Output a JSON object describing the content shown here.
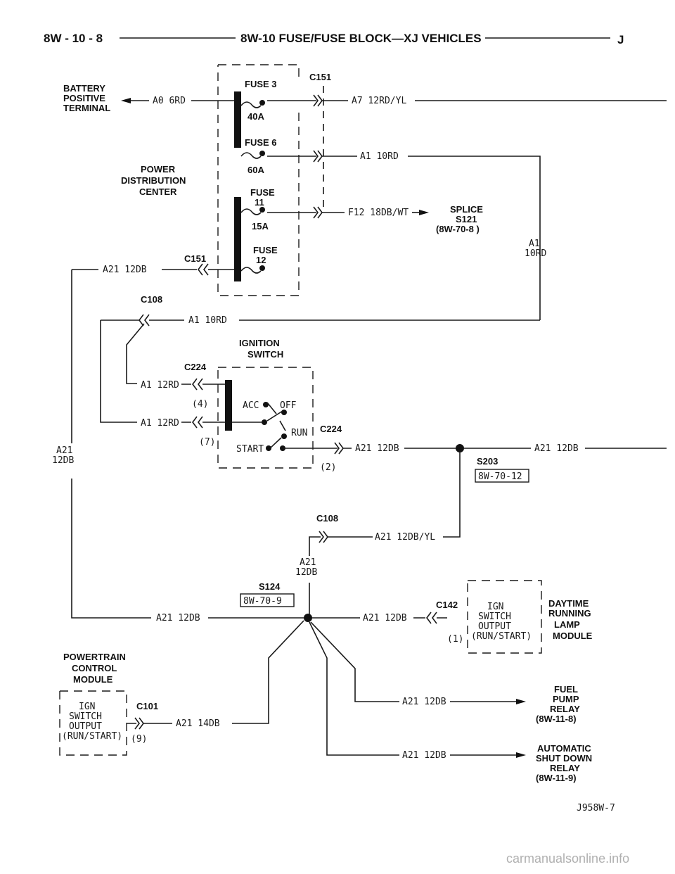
{
  "header": {
    "page_ref": "8W - 10 - 8",
    "title": "8W-10 FUSE/FUSE BLOCK—XJ VEHICLES",
    "letter": "J"
  },
  "components": {
    "battery": [
      "BATTERY",
      "POSITIVE",
      "TERMINAL"
    ],
    "pdc": [
      "POWER",
      "DISTRIBUTION",
      "CENTER"
    ],
    "ignition_switch": [
      "IGNITION",
      "SWITCH"
    ],
    "pcm": [
      "POWERTRAIN",
      "CONTROL",
      "MODULE"
    ],
    "pcm_box": [
      "IGN",
      "SWITCH",
      "OUTPUT",
      "(RUN/START)"
    ],
    "drl_box": [
      "IGN",
      "SWITCH",
      "OUTPUT",
      "(RUN/START)"
    ],
    "drl": [
      "DAYTIME",
      "RUNNING",
      "LAMP",
      "MODULE"
    ],
    "fuel_pump_relay": [
      "FUEL",
      "PUMP",
      "RELAY",
      "(8W-11-8)"
    ],
    "asd_relay": [
      "AUTOMATIC",
      "SHUT DOWN",
      "RELAY",
      "(8W-11-9)"
    ],
    "splice_s121": [
      "SPLICE",
      "S121",
      "(8W-70-8 )"
    ]
  },
  "fuses": [
    {
      "name": "FUSE 3",
      "rating": "40A"
    },
    {
      "name": "FUSE 6",
      "rating": "60A"
    },
    {
      "name": "FUSE 11",
      "rating": "15A"
    },
    {
      "name": "FUSE 12",
      "rating": ""
    }
  ],
  "fuse_labels": {
    "f11_a": "FUSE",
    "f11_b": "11",
    "f12_a": "FUSE",
    "f12_b": "12"
  },
  "switch_positions": {
    "acc": "ACC",
    "off": "OFF",
    "run": "RUN",
    "start": "START"
  },
  "connectors": {
    "c151_top": "C151",
    "c151_left": "C151",
    "c108_top": "C108",
    "c224_top": "C224",
    "c224_right": "C224",
    "c108_mid": "C108",
    "s203": "S203",
    "s203_ref": "8W-70-12",
    "s124": "S124",
    "s124_ref": "8W-70-9",
    "c142": "C142",
    "c101": "C101"
  },
  "pins": {
    "p4": "(4)",
    "p7": "(7)",
    "p2": "(2)",
    "p1": "(1)",
    "p9": "(9)"
  },
  "wires": {
    "a0": "A0 6RD",
    "a7": "A7 12RD/YL",
    "a1_top": "A1 10RD",
    "f12": "F12 18DB/WT",
    "a21_pdc": "A21 12DB",
    "a1_c108": "A1 10RD",
    "a1_sw4": "A1 12RD",
    "a1_sw7": "A1 12RD",
    "a21_start": "A21 12DB",
    "a21_right": "A21 12DB",
    "a21_left_a": "A21",
    "a21_left_b": "12DB",
    "a1_right_a": "A1",
    "a1_right_b": "10RD",
    "a21_dbyl": "A21 12DB/YL",
    "a21_mid_a": "A21",
    "a21_mid_b": "12DB",
    "a21_s124_left": "A21 12DB",
    "a21_s124_right": "A21 12DB",
    "a21_pcm": "A21 14DB",
    "a21_fuel": "A21 12DB",
    "a21_asd": "A21 12DB"
  },
  "footer": {
    "figure_id": "J958W-7",
    "watermark": "carmanualsonline.info"
  }
}
